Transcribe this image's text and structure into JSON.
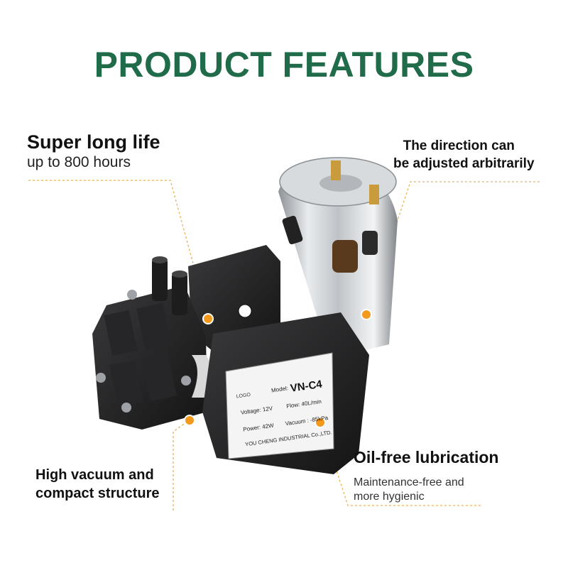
{
  "header": {
    "title": "PRODUCT FEATURES"
  },
  "colors": {
    "title": "#1f6b4a",
    "accent": "#f39a1e",
    "body": "#2a2a2a",
    "motor": "#c9ccd0"
  },
  "features": [
    {
      "heading": "Super long life",
      "sub": "up to 800 hours"
    },
    {
      "heading_line1": "The direction can",
      "heading_line2": "be adjusted arbitrarily"
    },
    {
      "heading_line1": "High vacuum and",
      "heading_line2": "compact structure"
    },
    {
      "heading": "Oil-free lubrication",
      "sub_line1": "Maintenance-free and",
      "sub_line2": "more hygienic"
    }
  ],
  "label": {
    "model_caption": "Model:",
    "model": "VN-C4",
    "voltage": "Voltage: 12V",
    "flow": "Flow:  40L/min",
    "power": "Power: 42W",
    "vacuum": "Vacuum : -85kPa",
    "maker": "YOU CHENG INDUSTRIAL Co.,LTD."
  }
}
